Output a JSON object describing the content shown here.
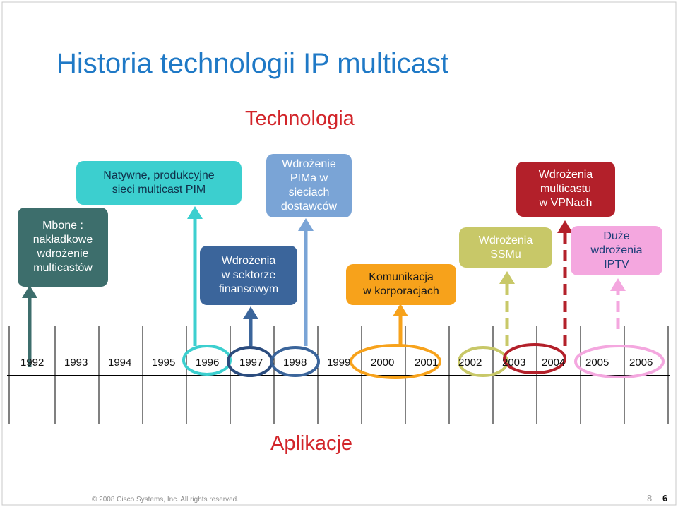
{
  "title": "Historia technologii IP multicast",
  "technology_label": "Technologia",
  "applications_label": "Aplikacje",
  "years": [
    "1992",
    "1993",
    "1994",
    "1995",
    "1996",
    "1997",
    "1998",
    "1999",
    "2000",
    "2001",
    "2002",
    "2003",
    "2004",
    "2005",
    "2006"
  ],
  "events": [
    {
      "id": "mbone",
      "text": "Mbone :\nnakładkowe\nwdrożenie\nmulticastów",
      "color": "#3d6e6c",
      "text_color": "#ffffff"
    },
    {
      "id": "native",
      "text": "Natywne, produkcyjne\nsieci multicast PIM",
      "color": "#3ccfcf",
      "text_color": "#10304a"
    },
    {
      "id": "finance",
      "text": "Wdrożenia\nw sektorze\nfinansowym",
      "color": "#3b659b",
      "text_color": "#ffffff"
    },
    {
      "id": "pim_sp",
      "text": "Wdrożenie\nPIMa w\nsieciach\ndostawców",
      "color": "#7aa4d6",
      "text_color": "#ffffff"
    },
    {
      "id": "enterprise",
      "text": "Komunikacja\nw korporacjach",
      "color": "#f7a21b",
      "text_color": "#1a1a1a"
    },
    {
      "id": "ssm",
      "text": "Wdrożenia\nSSMu",
      "color": "#c8c868",
      "text_color": "#ffffff"
    },
    {
      "id": "vpn",
      "text": "Wdrożenia\nmulticastu\nw VPNach",
      "color": "#b3202a",
      "text_color": "#ffffff"
    },
    {
      "id": "iptv",
      "text": "Duże\nwdrożenia\nIPTV",
      "color": "#f4a7df",
      "text_color": "#1c3e78"
    }
  ],
  "footer": "© 2008 Cisco Systems, Inc. All rights reserved.",
  "page_numbers": [
    "8",
    "6"
  ]
}
